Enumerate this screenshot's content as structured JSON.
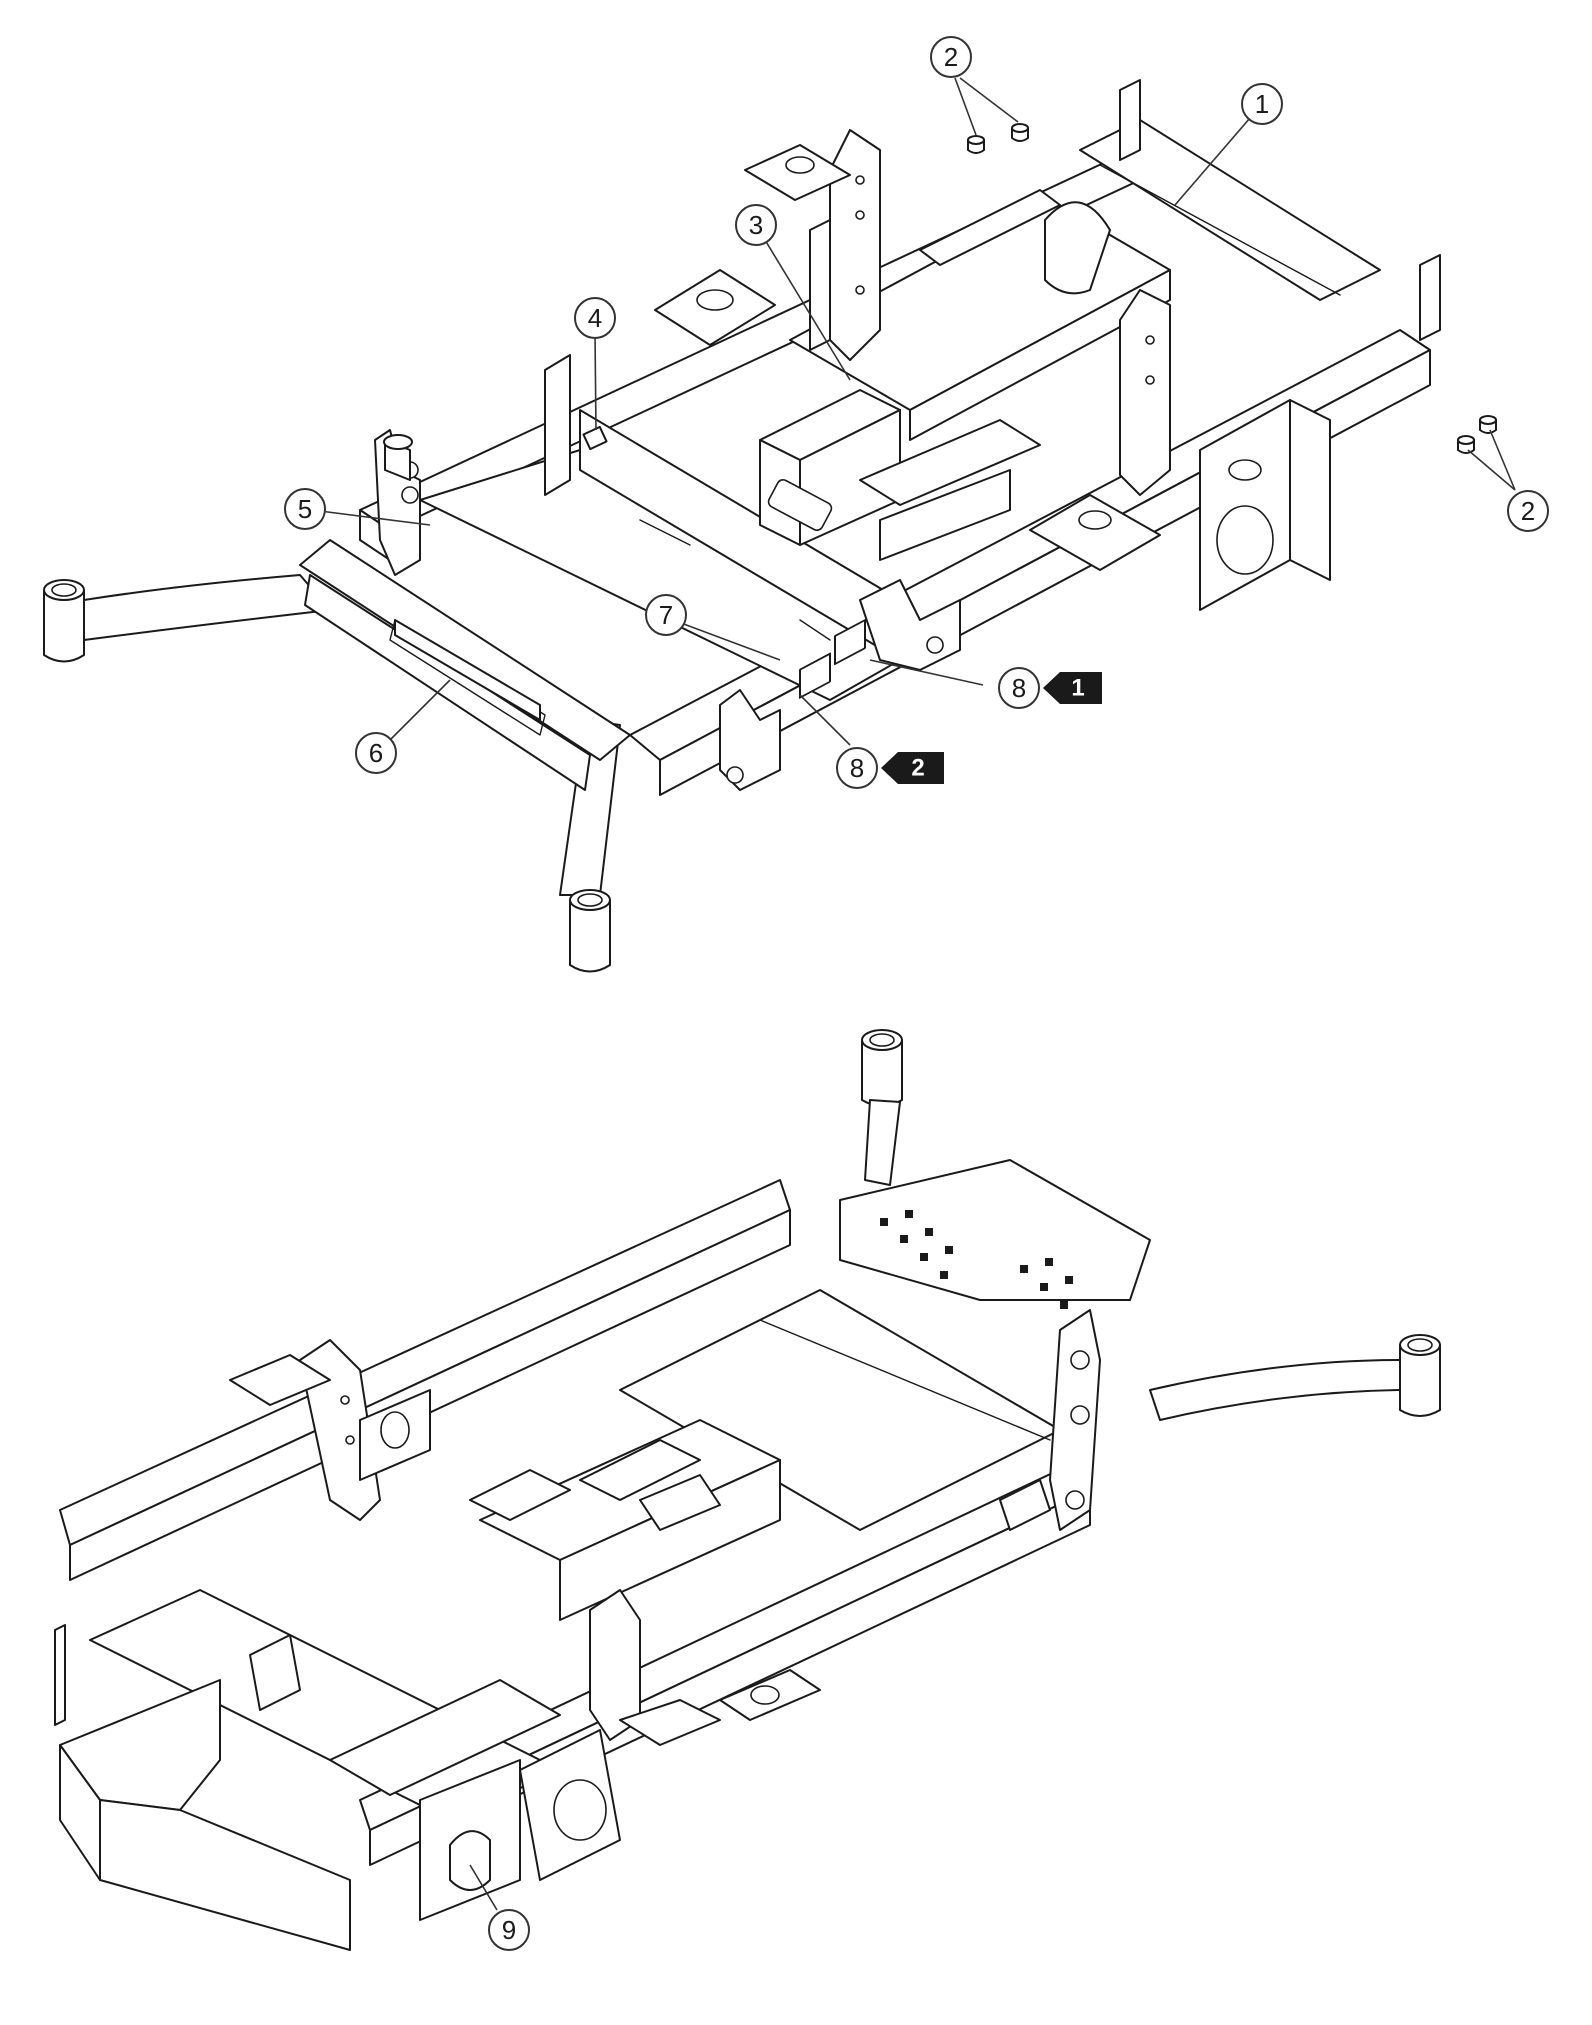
{
  "figure": {
    "title": "",
    "views": [
      "upper-isometric-view",
      "lower-isometric-view"
    ]
  },
  "callouts": {
    "c1": "1",
    "c2a": "2",
    "c2b": "2",
    "c3": "3",
    "c4": "4",
    "c5": "5",
    "c6": "6",
    "c7": "7",
    "c8a": "8",
    "c8b": "8",
    "c9": "9"
  },
  "tags": {
    "t1": "1",
    "t2": "2"
  },
  "colors": {
    "line": "#1a1a1a",
    "background": "#ffffff",
    "tag": "#1a1a1a"
  }
}
